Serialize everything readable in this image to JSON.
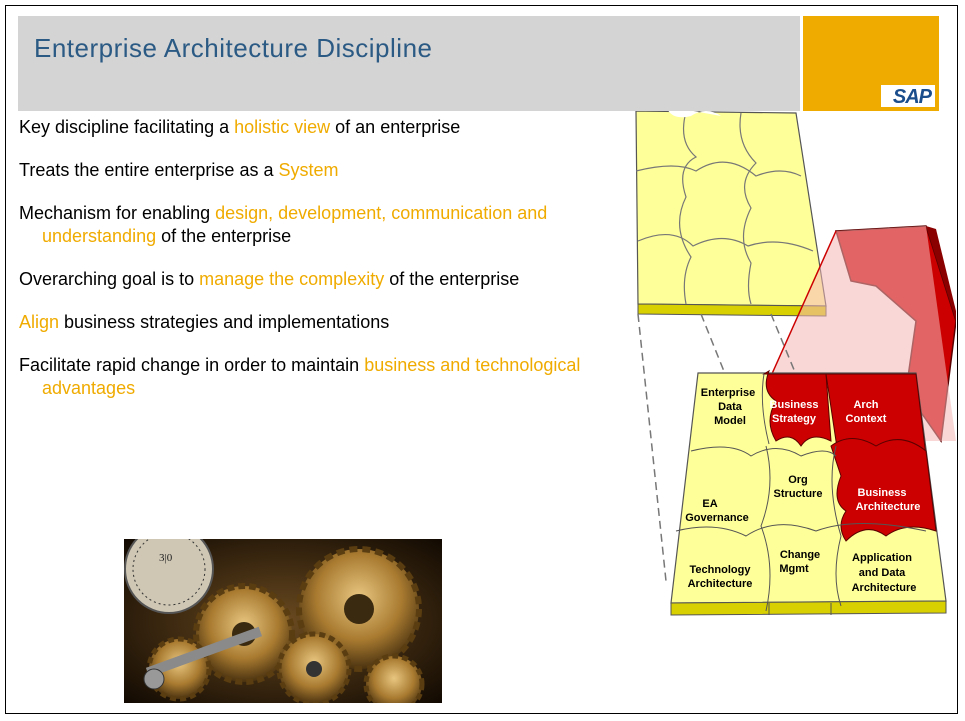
{
  "slide": {
    "title": "Enterprise Architecture Discipline",
    "logo_text": "SAP"
  },
  "bullets": [
    {
      "parts": [
        "Key discipline facilitating a ",
        "holistic view",
        " of an enterprise"
      ]
    },
    {
      "parts": [
        "Treats the entire enterprise as a ",
        "System",
        ""
      ]
    },
    {
      "parts": [
        "Mechanism for enabling ",
        "design, development, communication and understanding",
        " of the enterprise"
      ]
    },
    {
      "parts": [
        "Overarching goal is to ",
        "manage the complexity",
        " of the enterprise"
      ]
    },
    {
      "parts": [
        "",
        "Align",
        " business strategies and implementations"
      ]
    },
    {
      "parts": [
        "Facilitate rapid change in order to maintain ",
        "business and technological advantages",
        ""
      ]
    }
  ],
  "puzzle": {
    "pieces": {
      "enterprise_data_model": [
        "Enterprise",
        "Data",
        "Model"
      ],
      "business_strategy": [
        "Business",
        "Strategy"
      ],
      "arch_context": [
        "Arch",
        "Context"
      ],
      "ea_governance": [
        "EA",
        "Governance"
      ],
      "org_structure": [
        "Org",
        "Structure"
      ],
      "business_architecture": [
        "Business",
        "Architecture"
      ],
      "technology_architecture": [
        "Technology",
        "Architecture"
      ],
      "change_mgmt": [
        "Change",
        "Mgmt"
      ],
      "application_data_architecture": [
        "Application",
        "and Data",
        "Architecture"
      ]
    }
  },
  "image": {
    "gears_dial_number": "3|0"
  },
  "colors": {
    "accent": "#f0ab00",
    "title": "#2b5a84",
    "puzzle_yellow": "#ffff99",
    "puzzle_red": "#cc0000"
  }
}
